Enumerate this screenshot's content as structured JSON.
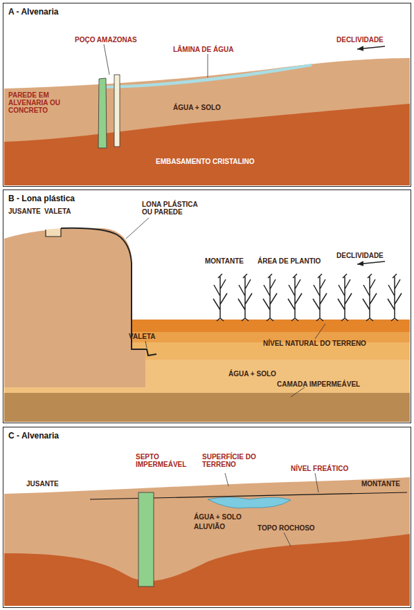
{
  "diagram": {
    "nodes": [
      {
        "text": [
          "A - Alvenaria"
        ]
      },
      {
        "text": [
          "B - Lona plástica"
        ]
      },
      {
        "text": [
          "C - Alvenaria"
        ]
      }
    ],
    "labels": [
      "POÇO AMAZONAS",
      "LÂMINA DE ÁGUA",
      "DECLIVIDADE",
      "PAREDE EM ALVENARIA OU CONCRETO",
      "ÁGUA + SOLO",
      "EMBASAMENTO CRISTALINO",
      "JUSANTE",
      "VALETA",
      "LONA PLÁSTICA OU PAREDE",
      "MONTANTE",
      "ÁREA DE PLANTIO",
      "DECLIVIDADE",
      "NÍVEL NATURAL DO TERRENO",
      "ÁGUA + SOLO",
      "VALETA",
      "CAMADA IMPERMEÁVEL",
      "SEPTO IMPERMEÁVEL",
      "SUPERFÍCIE DO TERRENO",
      "NÍVEL FREÁTICO",
      "JUSANTE",
      "MONTANTE",
      "ÁGUA + SOLO",
      "ALUVIÃO",
      "TOPO ROCHOSO"
    ]
  }
}
